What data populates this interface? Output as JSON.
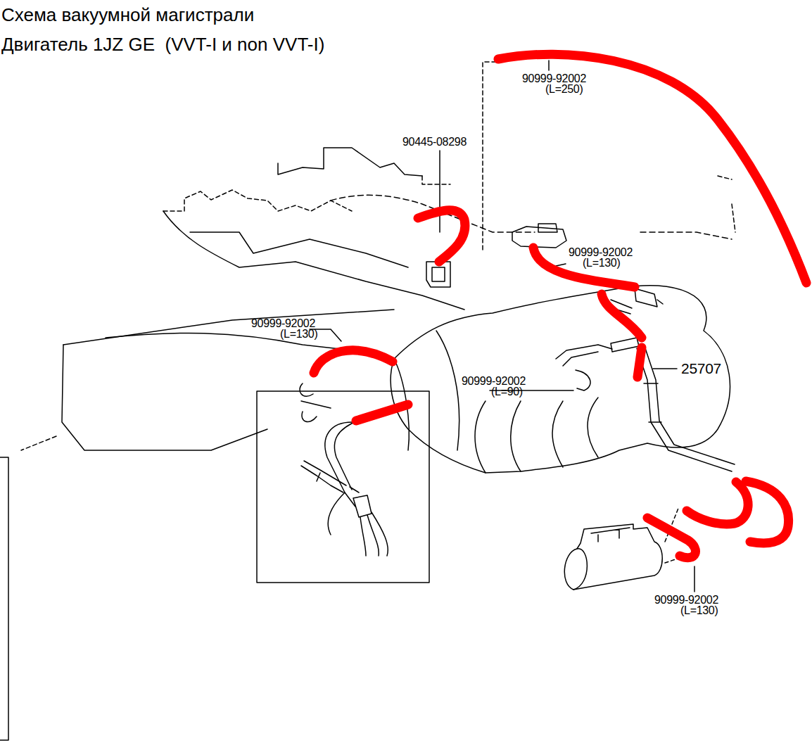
{
  "diagram": {
    "title": "Схема вакуумной магистрали Двигатель 1JZ GE  (VVT-I и non VVT-I)",
    "labels": [
      "90999-92002",
      "(L=250)",
      "90445-08298",
      "90999-92002",
      "(L=130)",
      "90999-92002",
      "(L=130)",
      "90999-92002",
      "(L=90)",
      "25707",
      "90999-92002",
      "(L=130)"
    ]
  }
}
